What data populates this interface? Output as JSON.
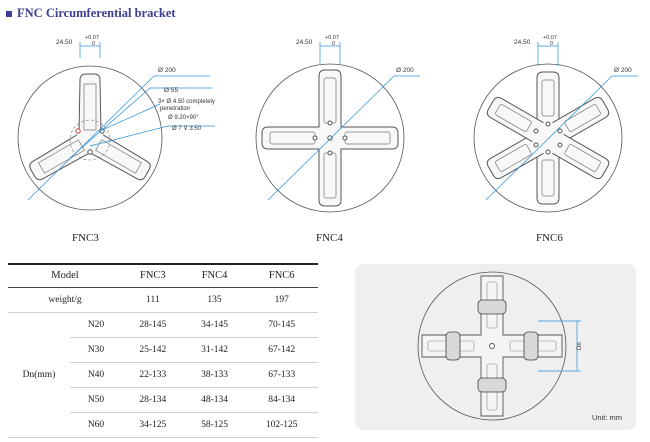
{
  "heading": "FNC Circumferential bracket",
  "drawings": {
    "fnc3": {
      "caption": "FNC3",
      "dim_width": "24.50",
      "dim_tol": "+0.07",
      "dim_tol2": "0",
      "dia_outer": "Ø 200",
      "dia_inner": "Ø 55",
      "hole_note1": "3× Ø 4.50 completely",
      "hole_note2": "penetration",
      "hole_note3": "Ø 9.20×90°",
      "hole_note4": "Ø 7 ⊽ 3.50"
    },
    "fnc4": {
      "caption": "FNC4",
      "dim_width": "24.50",
      "dim_tol": "+0.07",
      "dim_tol2": "0",
      "dia_outer": "Ø 200"
    },
    "fnc6": {
      "caption": "FNC6",
      "dim_width": "24.50",
      "dim_tol": "+0.07",
      "dim_tol2": "0",
      "dia_outer": "Ø 200"
    }
  },
  "table": {
    "headers": [
      "Model",
      "FNC3",
      "FNC4",
      "FNC6"
    ],
    "weight_label": "weight/g",
    "weights": [
      "111",
      "135",
      "197"
    ],
    "group_label": "Dn(mm)",
    "rows": [
      {
        "size": "N20",
        "v": [
          "28-145",
          "34-145",
          "70-145"
        ]
      },
      {
        "size": "N30",
        "v": [
          "25-142",
          "31-142",
          "67-142"
        ]
      },
      {
        "size": "N40",
        "v": [
          "22-133",
          "38-133",
          "67-133"
        ]
      },
      {
        "size": "N50",
        "v": [
          "28-134",
          "48-134",
          "84-134"
        ]
      },
      {
        "size": "N60",
        "v": [
          "34-125",
          "58-125",
          "102-125"
        ]
      }
    ]
  },
  "photo": {
    "dn_label": "Dn",
    "unit": "Unit: mm"
  },
  "colors": {
    "heading": "#3a3f8f",
    "dim_line": "#2a8fd6",
    "outline": "#555555"
  }
}
